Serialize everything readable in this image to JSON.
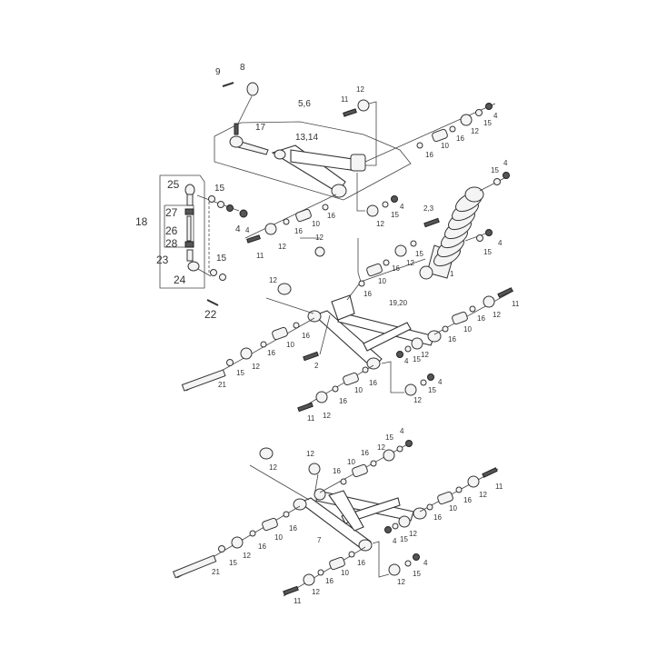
{
  "diagram": {
    "type": "exploded-parts-view",
    "upper_arm": {
      "labels": {
        "cotter_pin": "9",
        "castle_nut": "8",
        "assembly": "5,6",
        "ball_joint": "17",
        "arm": "13,14",
        "bolt": "11",
        "bushing_top": "12",
        "r_bushing": "12",
        "r_spacer": "10",
        "r_washer_a": "16",
        "r_washer_b": "16",
        "r_washer_c": "15",
        "r_nut": "4",
        "l_nut": "4",
        "l_washer": "16",
        "l_spacer": "10",
        "l_washer2": "16",
        "l_bushing": "12",
        "l_bolt": "11",
        "mid_bushing": "12",
        "mid_washer": "15",
        "mid_nut": "4"
      }
    },
    "tie_rod": {
      "labels": {
        "outer": "18",
        "end_top": "25",
        "nut_top": "27",
        "rod": "26",
        "nut_bottom": "28",
        "assembly": "23",
        "end_bottom": "24",
        "washer_top": "15",
        "washer_bottom": "15",
        "nut": "4",
        "pin": "22"
      }
    },
    "shock": {
      "labels": {
        "shock": "1",
        "bolt": "2,3",
        "top_washer": "15",
        "top_nut": "4",
        "bot_washer": "15",
        "bot_nut": "4"
      }
    },
    "middle_arm": {
      "labels": {
        "arm": "19,20",
        "bolt": "2",
        "loose_bushing": "12",
        "loose_bushing2": "12",
        "axle": "21",
        "a_washer": "15",
        "a_bushing": "12",
        "a_w16": "16",
        "a_spacer": "10",
        "a_w16b": "16",
        "b_bolt": "11",
        "b_bushing": "12",
        "b_w16": "16",
        "b_spacer": "10",
        "b_w16b": "16",
        "c_nut": "4",
        "c_washer": "15",
        "c_bushing": "12",
        "d_bushing": "12",
        "d_washer": "15",
        "d_nut": "4",
        "e_w16": "16",
        "e_spacer": "10",
        "e_w16b": "16",
        "e_bushing": "12",
        "e_bolt": "11",
        "f_spacer": "10",
        "f_w16": "16",
        "f_bushing": "12",
        "f_washer": "15",
        "f_w16b": "16"
      }
    },
    "lower_arm": {
      "labels": {
        "arm": "7",
        "loose_bushing": "12",
        "pivot_bushing": "12",
        "t_w16": "16",
        "t_spacer": "10",
        "t_w16b": "16",
        "t_bushing": "12",
        "t_washer": "15",
        "t_nut": "4",
        "axle": "21",
        "a_washer": "15",
        "a_bushing": "12",
        "a_w16": "16",
        "a_spacer": "10",
        "a_w16b": "16",
        "b_bolt": "11",
        "b_bushing": "12",
        "b_w16": "16",
        "b_spacer": "10",
        "b_w16b": "16",
        "c_nut": "4",
        "c_washer": "15",
        "c_bushing": "12",
        "d_bushing": "12",
        "d_washer": "15",
        "d_nut": "4",
        "e_w16": "16",
        "e_spacer": "10",
        "e_w16b": "16",
        "e_bushing": "12",
        "e_bolt": "11"
      }
    }
  }
}
